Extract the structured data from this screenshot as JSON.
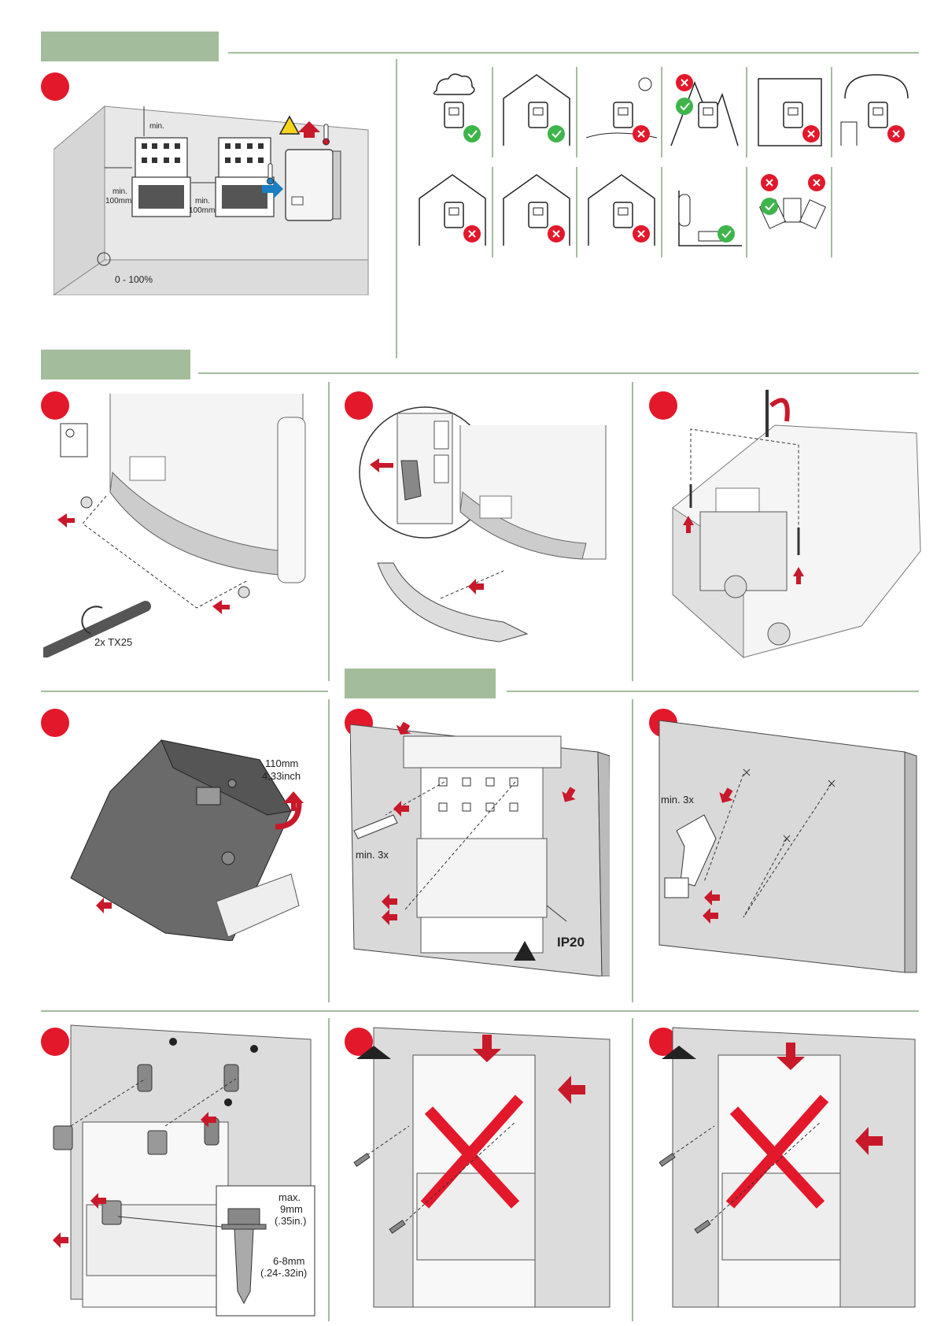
{
  "headers": [
    "",
    "",
    ""
  ],
  "top": {
    "min_top": "min.",
    "min_left": "min.",
    "min_left_value": "100mm",
    "min_mid": "min.",
    "min_mid_value": "100mm",
    "humidity": "0 - 100%"
  },
  "env_icons": [
    {
      "name": "rain-covered",
      "status": "ok"
    },
    {
      "name": "indoor-ambient",
      "status": "ok"
    },
    {
      "name": "direct-sun",
      "status": "no"
    },
    {
      "name": "altitude",
      "status": "mixed"
    },
    {
      "name": "livestock",
      "status": "no"
    },
    {
      "name": "dust",
      "status": "no"
    },
    {
      "name": "living-room",
      "status": "no"
    },
    {
      "name": "flammable-dust",
      "status": "no"
    },
    {
      "name": "vapour",
      "status": "no"
    },
    {
      "name": "wall-mount",
      "status": "ok"
    },
    {
      "name": "orientation",
      "status": "mixed"
    }
  ],
  "steps": {
    "s1_tool": "2x TX25",
    "s4_distance": "110mm",
    "s4_distance_inch": "4,33inch",
    "s5_marks": "min. 3x",
    "s5_ip": "IP20",
    "s6_drill": "min. 3x",
    "s7_max": "max.",
    "s7_max_mm": "9mm",
    "s7_max_in": "(.35in.)",
    "s7_dia": "6-8mm",
    "s7_dia_in": "(.24-.32in)"
  },
  "colors": {
    "accent_green": "#a3bd9c",
    "step_red": "#e3182b",
    "ok_green": "#3db54a",
    "no_red": "#e3182b"
  }
}
